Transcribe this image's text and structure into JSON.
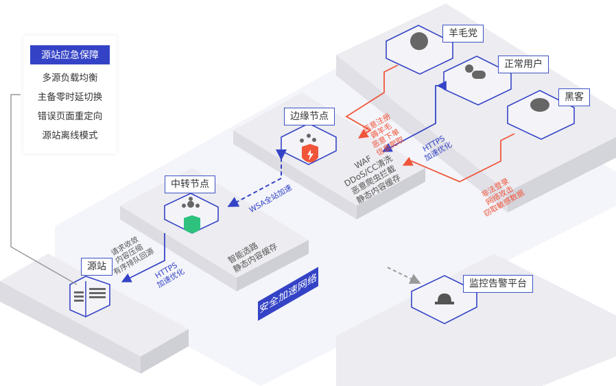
{
  "panel": {
    "title": "源站应急保障",
    "items": [
      "多源负载均衡",
      "主备零时延切换",
      "错误页面重定向",
      "源站离线模式"
    ]
  },
  "nodes": {
    "origin": "源站",
    "relay": "中转节点",
    "edge": "边缘节点",
    "sheep": "羊毛党",
    "user": "正常用户",
    "hacker": "黑客",
    "monitor": "监控告警平台"
  },
  "network_label": "安全加速网络",
  "annotations": {
    "relay_features": [
      "智能选路",
      "静态内容缓存"
    ],
    "edge_features": [
      "WAF",
      "DDoS/CC清洗",
      "恶意爬虫拦截",
      "静态内容缓存"
    ],
    "origin_link": [
      "请求收敛",
      "内容压缩",
      "有序排队回源"
    ],
    "https_origin": [
      "HTTPS",
      "加速优化"
    ],
    "https_user": [
      "HTTPS",
      "加速优化"
    ],
    "wsa": "WSA全站加速",
    "sheep_threats": [
      "恶意注册",
      "薅羊毛",
      "恶意下单",
      "信息爬取"
    ],
    "hacker_threats": [
      "非法登录",
      "网络攻击",
      "窃取敏感数据"
    ]
  },
  "colors": {
    "accent": "#3443c6",
    "threat": "#f0553a",
    "relay_shield": "#2ec27e",
    "edge_shield": "#f0553a"
  }
}
